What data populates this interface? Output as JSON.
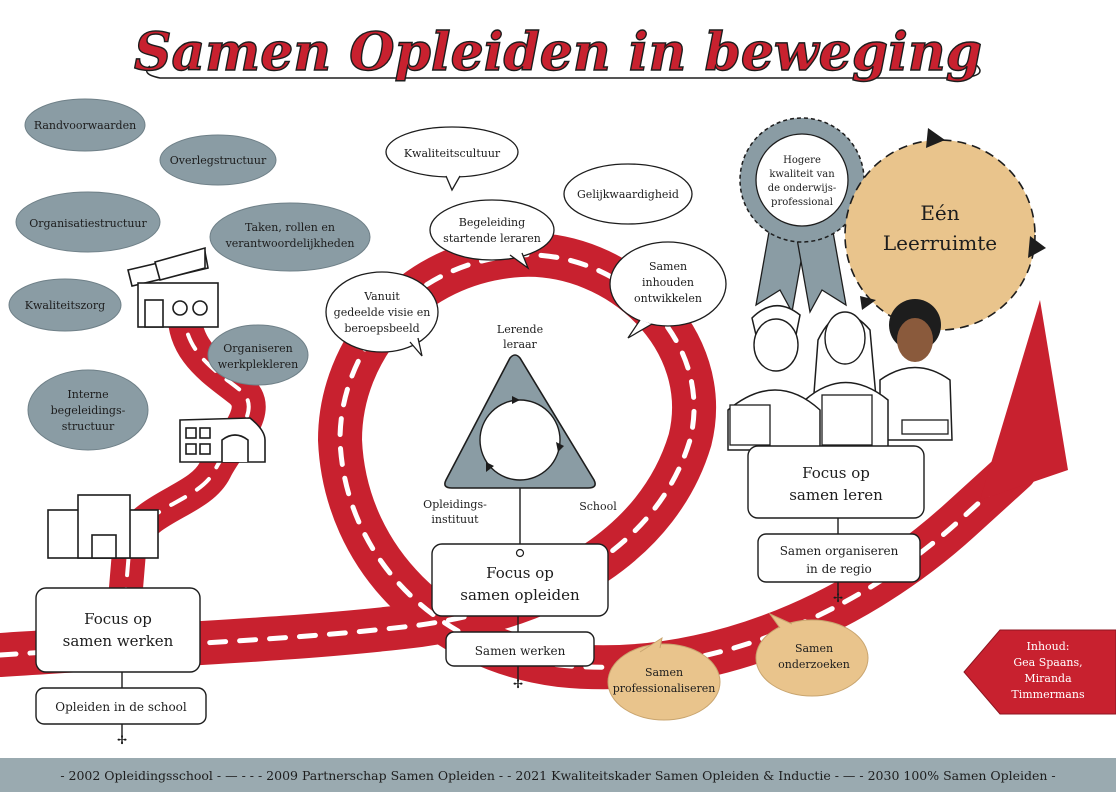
{
  "title": "Samen Opleiden in beweging",
  "clouds_left": [
    "Randvoorwaarden",
    "Overlegstructuur",
    "Organisatiestructuur",
    [
      "Taken, rollen en",
      "verantwoordelijkheden"
    ],
    "Kwaliteitszorg",
    [
      "Organiseren",
      "werkplekleren"
    ],
    [
      "Interne",
      "begeleidings-",
      "structuur"
    ]
  ],
  "bubbles_middle": [
    "Kwaliteitscultuur",
    "Gelijkwaardigheid",
    [
      "Begeleiding",
      "startende leraren"
    ],
    [
      "Samen",
      "inhouden",
      "ontwikkelen"
    ],
    [
      "Vanuit",
      "gedeelde visie en",
      "beroepsbeeld"
    ]
  ],
  "triangle": {
    "top": [
      "Lerende",
      "leraar"
    ],
    "left": [
      "Opleidings-",
      "instituut"
    ],
    "right": "School"
  },
  "ribbon": [
    "Hogere",
    "kwaliteit van",
    "de onderwijs-",
    "professional"
  ],
  "circle": [
    "Eén",
    "Leerruimte"
  ],
  "stages": [
    {
      "focus": [
        "Focus op",
        "samen werken"
      ],
      "sub": "Opleiden in de school"
    },
    {
      "focus": [
        "Focus op",
        "samen opleiden"
      ],
      "sub": "Samen werken"
    },
    {
      "focus": [
        "Focus op",
        "samen leren"
      ],
      "sub": [
        "Samen organiseren",
        "in de regio"
      ]
    }
  ],
  "tan_bubbles": [
    [
      "Samen",
      "professionaliseren"
    ],
    [
      "Samen",
      "onderzoeken"
    ]
  ],
  "credits": [
    "Inhoud:",
    "Gea Spaans,",
    "Miranda",
    "Timmermans"
  ],
  "timeline": "- 2002 Opleidingsschool - — - - - 2009 Partnerschap Samen Opleiden - - 2021 Kwaliteitskader Samen Opleiden & Inductie - — - 2030 100% Samen Opleiden -",
  "colors": {
    "red": "#c8212f",
    "grey": "#8a9ca4",
    "tan": "#e9c48c",
    "footer": "#9aaab0"
  }
}
